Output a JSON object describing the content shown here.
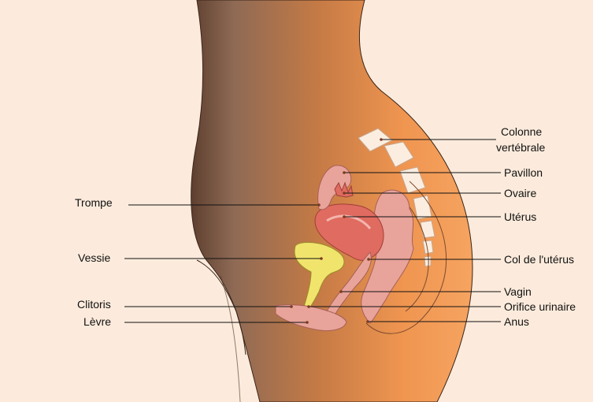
{
  "labels": {
    "colonne_line1": "Colonne",
    "colonne_line2": "vertébrale",
    "pavillon": "Pavillon",
    "ovaire": "Ovaire",
    "uterus": "Utérus",
    "col": "Col de l'utérus",
    "vagin": "Vagin",
    "orifice": "Orifice urinaire",
    "anus": "Anus",
    "trompe": "Trompe",
    "vessie": "Vessie",
    "clitoris": "Clitoris",
    "levre": "Lèvre"
  },
  "colors": {
    "background": "#fcebdc",
    "skin_dark": "#7a5440",
    "skin_light": "#f39a4e",
    "bone": "#fbeee1",
    "bladder": "#f1e46d",
    "uterus": "#e06b60",
    "organ_pink": "#e8a39a"
  }
}
